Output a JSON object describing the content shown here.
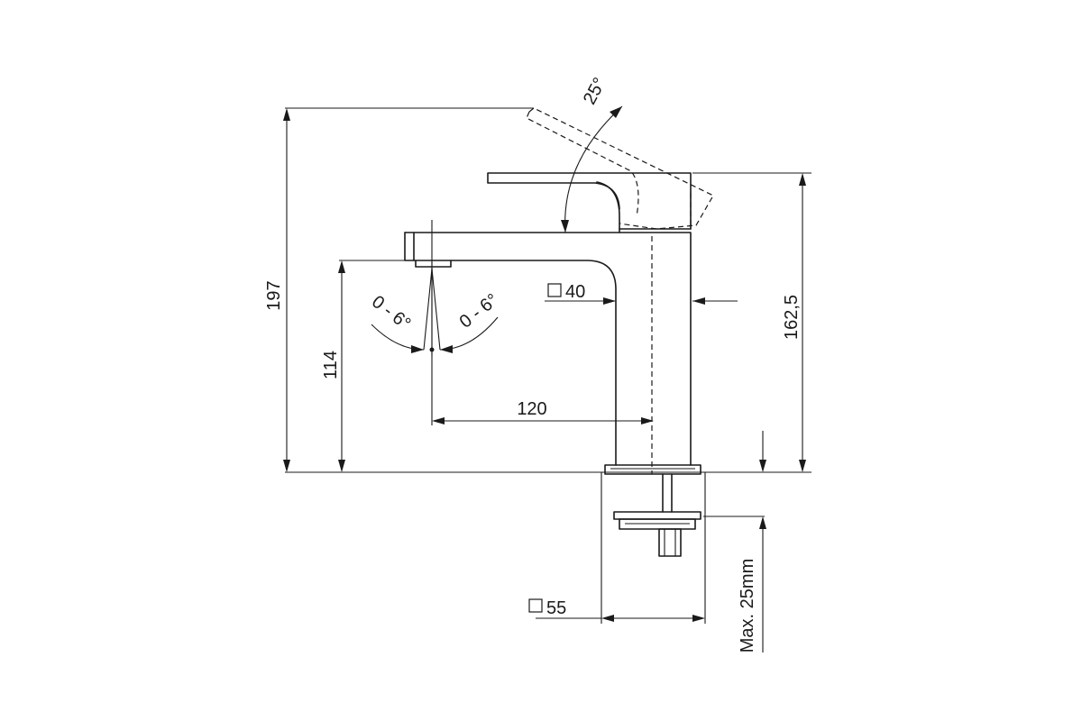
{
  "dimensions": {
    "total_height": "197",
    "body_height": "162,5",
    "spout_height": "114",
    "spout_reach": "120",
    "body_square": "40",
    "base_square": "55",
    "max_deck": "Max. 25mm",
    "lever_angle": "25°",
    "aerator_angle_left": "0 - 6°",
    "aerator_angle_right": "0 - 6°"
  },
  "colors": {
    "line": "#1a1a1a",
    "background": "#ffffff"
  }
}
